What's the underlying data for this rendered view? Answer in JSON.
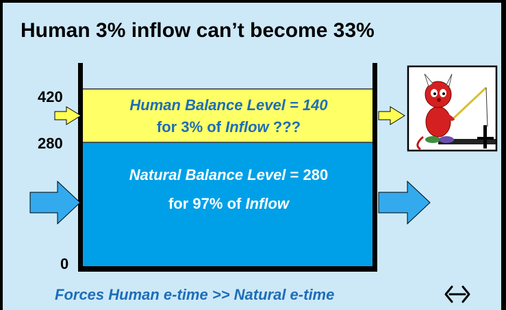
{
  "title": "Human 3% inflow can’t become 33%",
  "axis": {
    "top": "420",
    "mid": "280",
    "zero": "0"
  },
  "human_layer": {
    "line1": "Human Balance Level = 140",
    "line2_prefix": "for 3% of ",
    "line2_inflow": "Inflow",
    "line2_suffix": " ???"
  },
  "natural_layer": {
    "line1_italic": "Natural Balance Level",
    "line1_rest": " = 280",
    "line2_prefix": "for 97% of ",
    "line2_inflow": "Inflow"
  },
  "footer": "Forces Human e-time >> Natural e-time",
  "colors": {
    "background": "#cde9f8",
    "human_layer": "#ffff66",
    "natural_layer": "#00a0e8",
    "human_text": "#1e6db8",
    "natural_text": "#ffffff",
    "arrow_blue": "#33aaee",
    "arrow_yellow": "#ffff55"
  },
  "icons": {
    "mascot": "bsd-daemon-fishing-image",
    "nav": "double-chevron-icon"
  }
}
